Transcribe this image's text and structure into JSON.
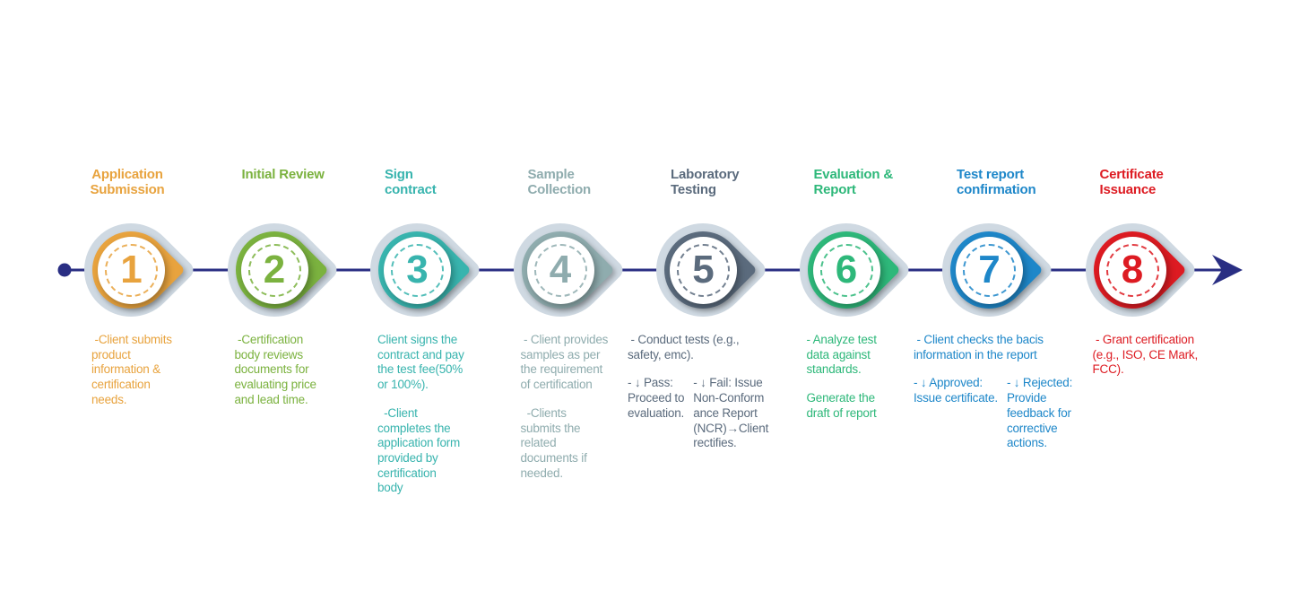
{
  "page": {
    "background": "#FFFFFF"
  },
  "timeline": {
    "color": "#292E83",
    "ring_color": "#CFD9E2",
    "start_marker": "dot",
    "end_marker": "arrow"
  },
  "steps": [
    {
      "number": "1",
      "color": "#E8A33E",
      "title": "Application\nSubmission",
      "paragraphs": [
        " -Client submits\nproduct\ninformation &\ncertification\nneeds."
      ]
    },
    {
      "number": "2",
      "color": "#7BB23F",
      "title": "Initial Review",
      "paragraphs": [
        " -Certification\nbody reviews\ndocuments for\nevaluating price\nand lead time."
      ]
    },
    {
      "number": "3",
      "color": "#38B4AE",
      "title": "Sign\ncontract",
      "paragraphs": [
        "Client signs the\ncontract and pay\nthe test fee(50%\nor 100%).",
        "  -Client\ncompletes the\napplication form\nprovided by\ncertification\nbody"
      ]
    },
    {
      "number": "4",
      "color": "#8FACAE",
      "title": "Sample\nCollection",
      "paragraphs": [
        " - Client provides\nsamples as per\nthe requirement\nof certification",
        "  -Clients\nsubmits the\nrelated\ndocuments if\nneeded."
      ]
    },
    {
      "number": "5",
      "color": "#5B6B7D",
      "title": "Laboratory\nTesting",
      "paragraphs": [
        " - Conduct tests (e.g.,\nsafety, emc)."
      ],
      "columns": [
        "- ↓ Pass:\nProceed to\nevaluation.",
        "- ↓ Fail: Issue\nNon-Conform\nance Report\n(NCR)→Client\nrectifies."
      ]
    },
    {
      "number": "6",
      "color": "#2EB87A",
      "title": "Evaluation &\nReport",
      "paragraphs": [
        "- Analyze test\ndata against\nstandards.",
        "Generate the\ndraft of report"
      ]
    },
    {
      "number": "7",
      "color": "#1E87C9",
      "title": "Test report\nconfirmation",
      "paragraphs": [
        " - Client checks the bacis\ninformation in the report"
      ],
      "columns": [
        "- ↓ Approved:\nIssue certificate.",
        "- ↓ Rejected:\nProvide\nfeedback for\ncorrective\nactions."
      ]
    },
    {
      "number": "8",
      "color": "#DD1B22",
      "title": "Certificate\nIssuance",
      "paragraphs": [
        " - Grant certification\n(e.g., ISO, CE Mark,\nFCC)."
      ]
    }
  ]
}
